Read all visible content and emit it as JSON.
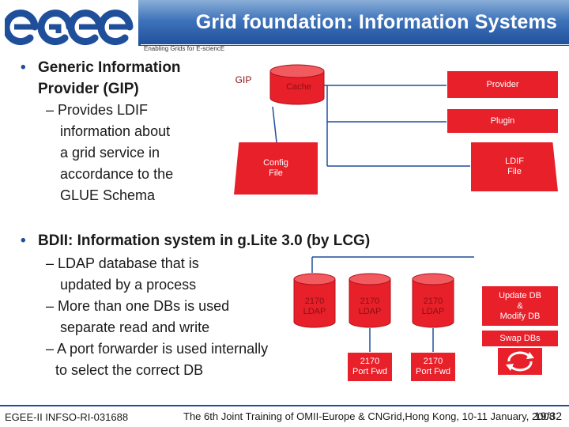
{
  "header": {
    "title": "Grid foundation: Information Systems",
    "tagline": "Enabling Grids for E-sciencE",
    "logo_text": "egee"
  },
  "section1": {
    "bullet": [
      "Generic Information",
      "Provider (GIP)"
    ],
    "sub_lines": [
      "– Provides LDIF",
      "information about",
      "a grid service in",
      "accordance to the",
      "GLUE Schema"
    ]
  },
  "gip_diagram": {
    "gip_label": "GIP",
    "cache_label": "Cache",
    "provider_label": "Provider",
    "plugin_label": "Plugin",
    "config_label": "Config\nFile",
    "ldif_label": "LDIF\nFile"
  },
  "section2": {
    "bullet": "BDII: Information system in g.Lite 3.0 (by LCG)",
    "sub_lines": [
      "– LDAP database that is",
      "updated by a process",
      "– More than one DBs is used",
      "separate read and write",
      "– A port forwarder is used internally",
      "to select the correct DB"
    ]
  },
  "bdii_diagram": {
    "db_labels": [
      "2170\nLDAP",
      "2170\nLDAP",
      "2170\nLDAP"
    ],
    "port_fwd_labels": [
      "2170\nPort Fwd",
      "2170\nPort Fwd"
    ],
    "update_label": "Update DB\n&\nModify DB",
    "swap_label": "Swap DBs"
  },
  "footer": {
    "left": "EGEE-II INFSO-RI-031688",
    "right": "The 6th Joint Training of OMII-Europe & CNGrid,Hong Kong, 10-11 January, 2008",
    "page": "19/32"
  },
  "colors": {
    "brand_blue": "#1f4f9a",
    "box_red": "#e8202a"
  }
}
